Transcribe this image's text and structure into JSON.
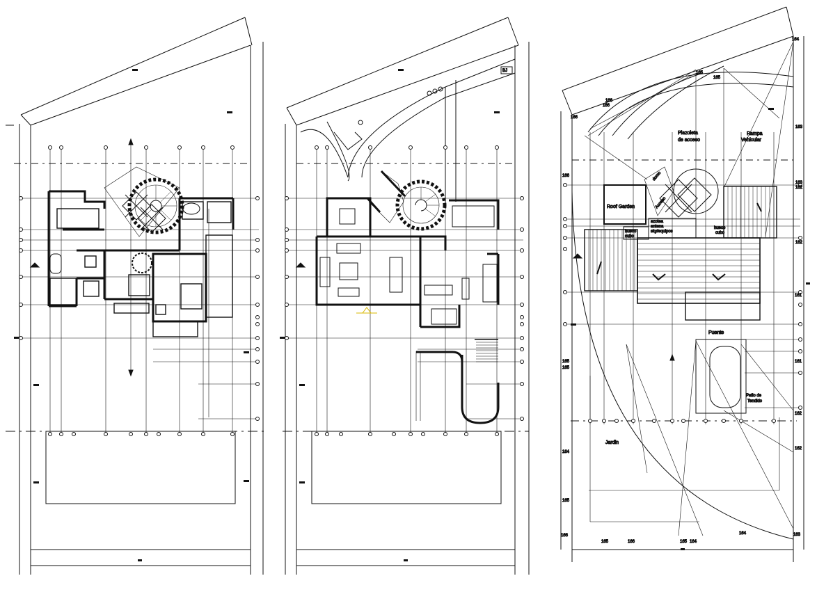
{
  "plan_roof": {
    "labels": {
      "plazoleta_1": "Plazoleta",
      "plazoleta_2": "de acceso",
      "rampa_1": "Rampa",
      "rampa_2": "Vehicular",
      "roof_garden": "Roof Garden",
      "hueco_1": "hueco",
      "hueco_2": "cubo",
      "azotea_1": "azotea",
      "azotea_2": "antena",
      "azotea_3": "sky/equipos",
      "hueco_r_1": "hueco",
      "hueco_r_2": "cubo",
      "puente": "Puente",
      "patio_1": "Patio de",
      "patio_2": "Tendido",
      "jardin": "Jardin",
      "domo": "domo",
      "acceso": "Acceso"
    },
    "dims": {
      "d165_top": "165",
      "d165_top2": "165",
      "d166_a": "166",
      "d166_b": "166",
      "d166_c": "166",
      "d166_left": "166",
      "d164_tr": "164",
      "d163_r1": "163",
      "d163_r2": "163",
      "d162_r1": "162",
      "d162_r2": "162",
      "d162_r3": "162",
      "d162_r4": "162",
      "d161_r1": "161",
      "d161_r2": "161",
      "d165_l1": "165",
      "d165_l2": "165",
      "d165_l3": "165",
      "d164_l": "164",
      "d166_bl": "166",
      "d165_b1": "165",
      "d165_b2": "165",
      "d164_b1": "164",
      "d164_b2": "164",
      "d163_br": "163"
    }
  },
  "plan_ground": {
    "labels": {
      "tag": "BJ"
    }
  }
}
